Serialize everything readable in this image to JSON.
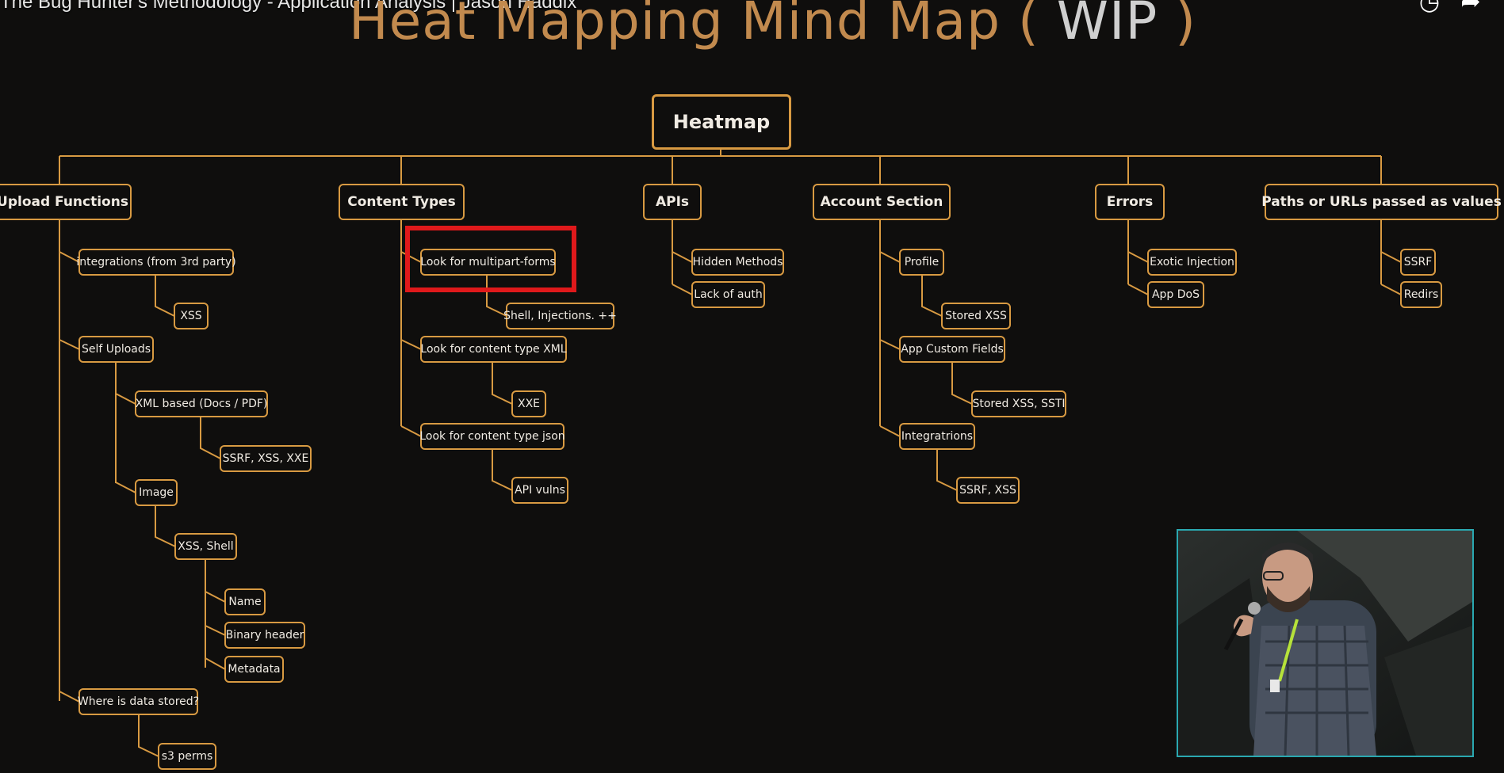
{
  "video": {
    "title": "The Bug Hunter's Methodology - Application Analysis | Jason Haddix",
    "watch_later_icon": "clock-icon",
    "share_icon": "share-arrow-icon"
  },
  "slide": {
    "title_main": "Heat Mapping Mind Map (",
    "title_wip": "WIP",
    "title_close": ")"
  },
  "mindmap": {
    "root": "Heatmap",
    "categories": [
      {
        "label": "Upload Functions",
        "children": [
          {
            "label": "integrations (from 3rd party)",
            "children": [
              {
                "label": "XSS"
              }
            ]
          },
          {
            "label": "Self Uploads",
            "children": [
              {
                "label": "XML based (Docs / PDF)",
                "children": [
                  {
                    "label": "SSRF, XSS, XXE"
                  }
                ]
              },
              {
                "label": "Image",
                "children": [
                  {
                    "label": "XSS, Shell",
                    "children": [
                      {
                        "label": "Name"
                      },
                      {
                        "label": "Binary header"
                      },
                      {
                        "label": "Metadata"
                      }
                    ]
                  }
                ]
              }
            ]
          },
          {
            "label": "Where is data stored?",
            "children": [
              {
                "label": "s3 perms"
              }
            ]
          }
        ]
      },
      {
        "label": "Content Types",
        "children": [
          {
            "label": "Look for multipart-forms",
            "highlighted": true,
            "children": [
              {
                "label": "Shell, Injections. ++"
              }
            ]
          },
          {
            "label": "Look for content type XML",
            "children": [
              {
                "label": "XXE"
              }
            ]
          },
          {
            "label": "Look for content type json",
            "children": [
              {
                "label": "API vulns"
              }
            ]
          }
        ]
      },
      {
        "label": "APIs",
        "children": [
          {
            "label": "Hidden Methods"
          },
          {
            "label": "Lack of auth"
          }
        ]
      },
      {
        "label": "Account Section",
        "children": [
          {
            "label": "Profile",
            "children": [
              {
                "label": "Stored XSS"
              }
            ]
          },
          {
            "label": "App Custom Fields",
            "children": [
              {
                "label": "Stored XSS, SSTI"
              }
            ]
          },
          {
            "label": "Integratrions",
            "children": [
              {
                "label": "SSRF, XSS"
              }
            ]
          }
        ]
      },
      {
        "label": "Errors",
        "children": [
          {
            "label": "Exotic Injection"
          },
          {
            "label": "App DoS"
          }
        ]
      },
      {
        "label": "Paths or URLs passed as values",
        "children": [
          {
            "label": "SSRF"
          },
          {
            "label": "Redirs"
          }
        ]
      }
    ]
  },
  "colors": {
    "node_border": "#d89a42",
    "highlight": "#e0191b",
    "title_orange": "#c28a4e",
    "pip_border": "#2aa8b0"
  }
}
